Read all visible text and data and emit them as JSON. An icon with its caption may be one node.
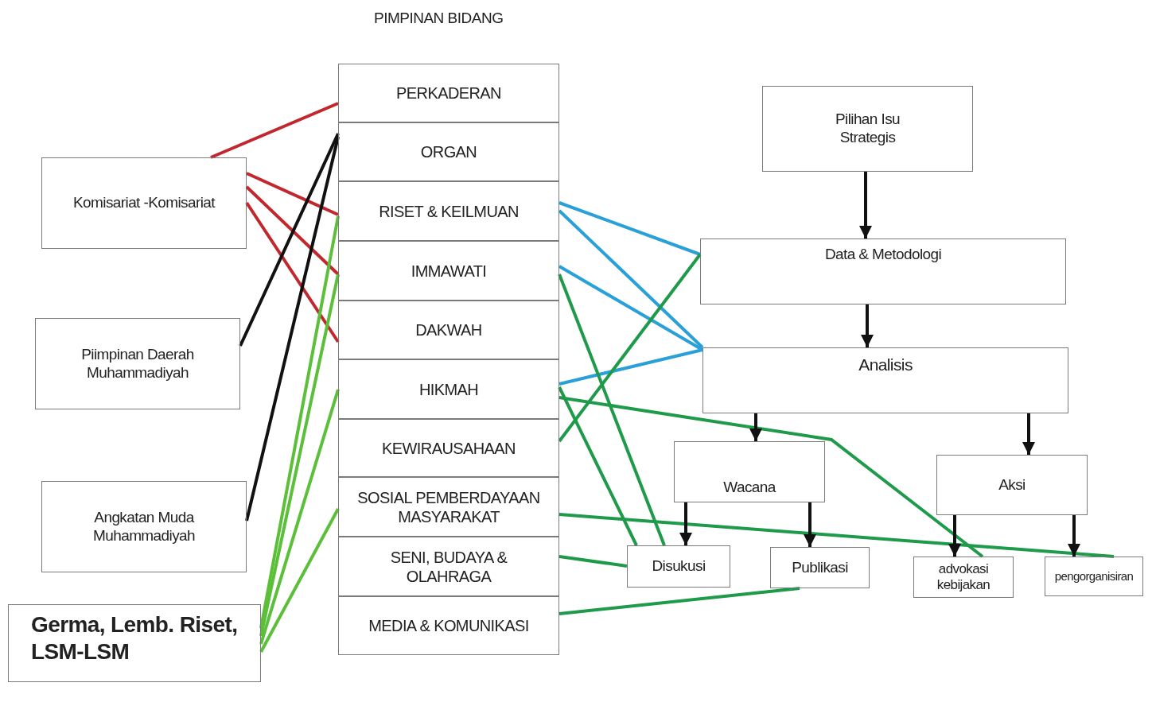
{
  "diagram": {
    "title": "PIMPINAN BIDANG",
    "nodes": [
      {
        "text": [
          "Komisariat -Komisariat"
        ]
      },
      {
        "text": [
          "Piimpinan Daerah Muhammadiyah"
        ]
      },
      {
        "text": [
          "Angkatan Muda Muhammadiyah"
        ]
      },
      {
        "text": [
          "Germa, Lemb. Riset, LSM-LSM"
        ]
      },
      {
        "text": [
          "PERKADERAN"
        ]
      },
      {
        "text": [
          "ORGAN"
        ]
      },
      {
        "text": [
          "RISET & KEILMUAN"
        ]
      },
      {
        "text": [
          "IMMAWATI"
        ]
      },
      {
        "text": [
          "DAKWAH"
        ]
      },
      {
        "text": [
          "HIKMAH"
        ]
      },
      {
        "text": [
          "KEWIRAUSAHAAN"
        ]
      },
      {
        "text": [
          "SOSIAL PEMBERDAYAAN MASYARAKAT"
        ]
      },
      {
        "text": [
          "SENI, BUDAYA & OLAHRAGA"
        ]
      },
      {
        "text": [
          "MEDIA & KOMUNIKASI"
        ]
      },
      {
        "text": [
          "Pilihan Isu Strategis"
        ]
      },
      {
        "text": [
          "Data & Metodologi"
        ]
      },
      {
        "text": [
          "Analisis"
        ]
      },
      {
        "text": [
          "Wacana"
        ]
      },
      {
        "text": [
          "Aksi"
        ]
      },
      {
        "text": [
          "Disukusi"
        ]
      },
      {
        "text": [
          "Publikasi"
        ]
      },
      {
        "text": [
          "advokasi kebijakan"
        ]
      },
      {
        "text": [
          "pengorganisiran"
        ]
      }
    ],
    "edges": [
      {
        "from": 0,
        "to": 4,
        "arrow": "none",
        "color": "#c1272d"
      },
      {
        "from": 0,
        "to": 6,
        "arrow": "none",
        "color": "#c1272d"
      },
      {
        "from": 0,
        "to": 7,
        "arrow": "none",
        "color": "#c1272d"
      },
      {
        "from": 0,
        "to": 8,
        "arrow": "none",
        "color": "#c1272d"
      },
      {
        "from": 1,
        "to": 5,
        "arrow": "none"
      },
      {
        "from": 2,
        "to": 5,
        "arrow": "none"
      },
      {
        "from": 3,
        "to": 6,
        "arrow": "none",
        "color": "#5cbf3a"
      },
      {
        "from": 3,
        "to": 7,
        "arrow": "none",
        "color": "#5cbf3a"
      },
      {
        "from": 3,
        "to": 9,
        "arrow": "none",
        "color": "#5cbf3a"
      },
      {
        "from": 3,
        "to": 11,
        "arrow": "none",
        "color": "#5cbf3a"
      },
      {
        "from": 6,
        "to": 15,
        "arrow": "none",
        "color": "#2aa0d8"
      },
      {
        "from": 6,
        "to": 16,
        "arrow": "none",
        "color": "#2aa0d8"
      },
      {
        "from": 7,
        "to": 16,
        "arrow": "none",
        "color": "#2aa0d8"
      },
      {
        "from": 9,
        "to": 16,
        "arrow": "none",
        "color": "#2aa0d8"
      },
      {
        "from": 10,
        "to": 15,
        "arrow": "none",
        "color": "#1e9a4a"
      },
      {
        "from": 7,
        "to": 19,
        "arrow": "none",
        "color": "#1e9a4a"
      },
      {
        "from": 9,
        "to": 19,
        "arrow": "none",
        "color": "#1e9a4a"
      },
      {
        "from": 9,
        "to": 21,
        "arrow": "none",
        "color": "#1e9a4a"
      },
      {
        "from": 11,
        "to": 22,
        "arrow": "none",
        "color": "#1e9a4a"
      },
      {
        "from": 12,
        "to": 19,
        "arrow": "none",
        "color": "#1e9a4a"
      },
      {
        "from": 13,
        "to": 20,
        "arrow": "none",
        "color": "#1e9a4a"
      },
      {
        "from": 14,
        "to": 15,
        "arrow": "to"
      },
      {
        "from": 15,
        "to": 16,
        "arrow": "to"
      },
      {
        "from": 16,
        "to": 17,
        "arrow": "to"
      },
      {
        "from": 16,
        "to": 18,
        "arrow": "to"
      },
      {
        "from": 17,
        "to": 19,
        "arrow": "to"
      },
      {
        "from": 17,
        "to": 20,
        "arrow": "to"
      },
      {
        "from": 18,
        "to": 21,
        "arrow": "to"
      },
      {
        "from": 18,
        "to": 22,
        "arrow": "to"
      }
    ]
  }
}
